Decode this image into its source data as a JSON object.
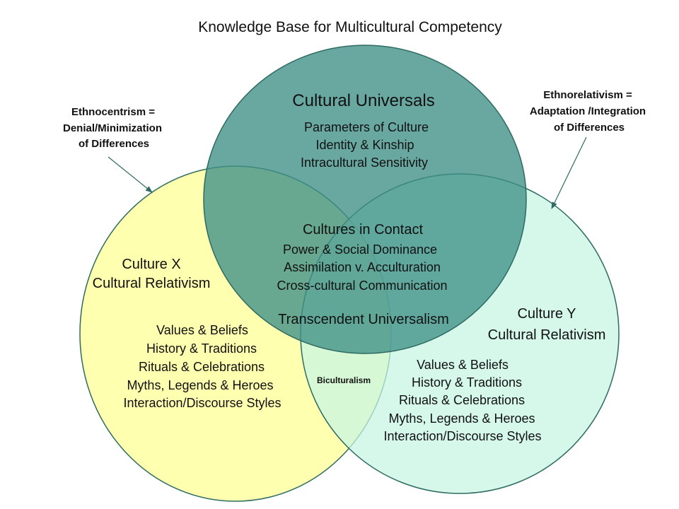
{
  "title": "Knowledge Base for Multicultural Competency",
  "colors": {
    "background": "#ffffff",
    "culture_x_fill": "#ffffb0",
    "culture_y_fill": "#c6f5e3",
    "universals_fill": "#3f8f87",
    "circle_stroke": "#2e6b62",
    "arrow": "#2e6b62"
  },
  "universals": {
    "heading": "Cultural Universals",
    "items": [
      "Parameters of Culture",
      "Identity & Kinship",
      "Intracultural Sensitivity"
    ]
  },
  "contact": {
    "heading": "Cultures in Contact",
    "items": [
      "Power & Social Dominance",
      "Assimilation v. Acculturation",
      "Cross-cultural Communication"
    ]
  },
  "transcendent": "Transcendent Universalism",
  "biculturalism": "Biculturalism",
  "culture_x": {
    "heading_lines": [
      "Culture X",
      "Cultural Relativism"
    ],
    "items": [
      "Values & Beliefs",
      "History & Traditions",
      "Rituals & Celebrations",
      "Myths, Legends & Heroes",
      "Interaction/Discourse Styles"
    ]
  },
  "culture_y": {
    "heading_lines": [
      "Culture Y",
      "Cultural Relativism"
    ],
    "items": [
      "Values & Beliefs",
      "History & Traditions",
      "Rituals & Celebrations",
      "Myths, Legends & Heroes",
      "Interaction/Discourse Styles"
    ]
  },
  "ethnocentrism": {
    "lines": [
      "Ethnocentrism =",
      "Denial/Minimization",
      "of Differences"
    ]
  },
  "ethnorelativism": {
    "lines": [
      "Ethnorelativism =",
      "Adaptation /Integration",
      "of Differences"
    ]
  }
}
